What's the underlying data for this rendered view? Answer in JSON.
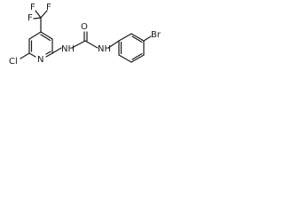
{
  "molecule": {
    "atoms": {
      "F1": "F",
      "F2": "F",
      "F3": "F",
      "N_pyridine": "N",
      "Cl": "Cl",
      "NH_left": "NH",
      "O": "O",
      "NH_right": "NH",
      "Br": "Br"
    }
  }
}
